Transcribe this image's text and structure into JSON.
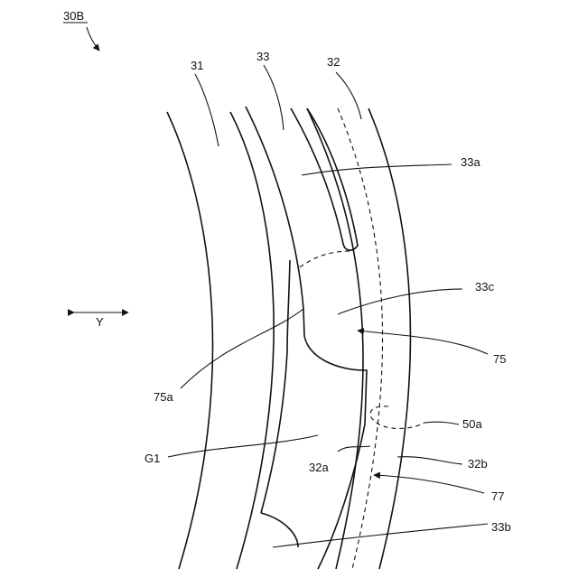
{
  "figure_id": "30B",
  "direction_label": "Y",
  "labels": {
    "l31": "31",
    "l33": "33",
    "l32": "32",
    "l33a": "33a",
    "l33c": "33c",
    "l75": "75",
    "l75a": "75a",
    "l50a": "50a",
    "lG1": "G1",
    "l32a": "32a",
    "l32b": "32b",
    "l77": "77",
    "l33b": "33b"
  }
}
